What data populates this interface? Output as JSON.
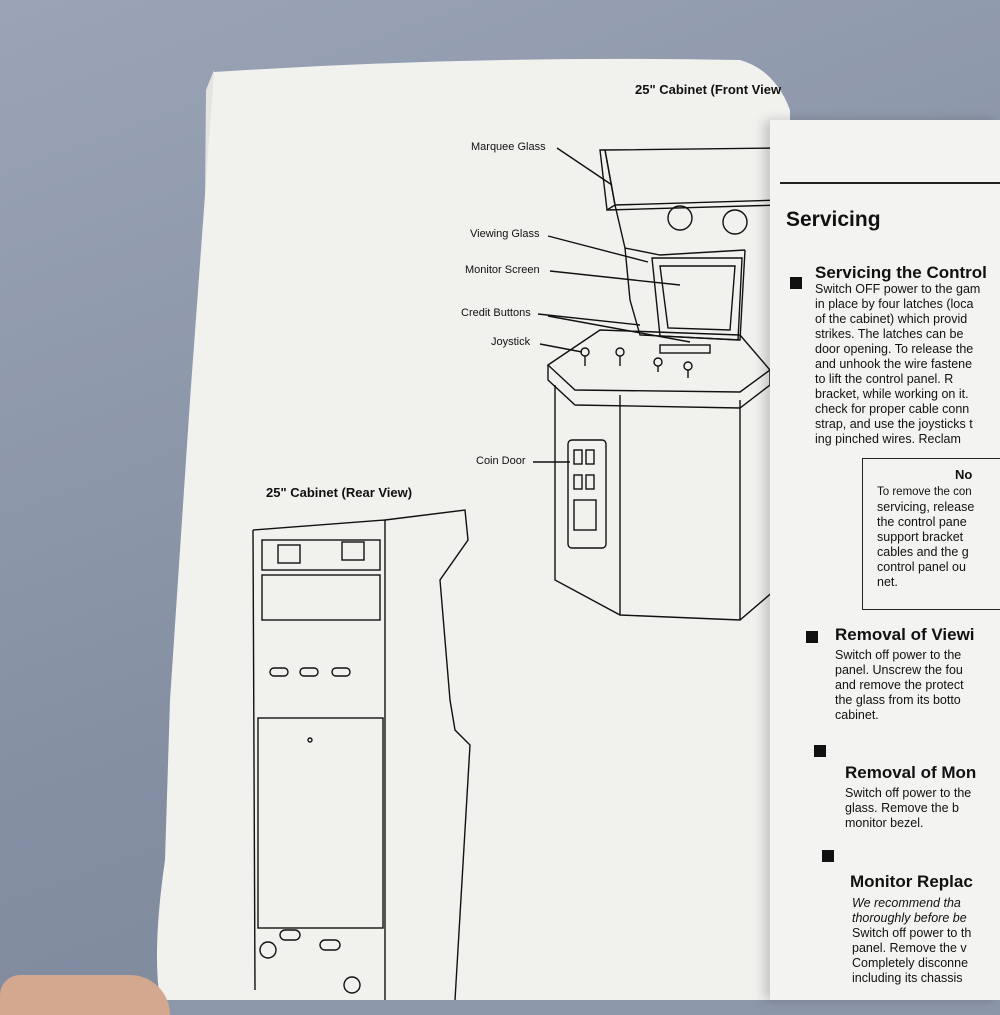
{
  "left_page": {
    "front_title": "25\" Cabinet (Front View",
    "rear_title": "25\" Cabinet (Rear View)",
    "labels": {
      "marquee_glass": "Marquee Glass",
      "viewing_glass": "Viewing Glass",
      "monitor_screen": "Monitor Screen",
      "credit_buttons": "Credit Buttons",
      "joystick": "Joystick",
      "coin_door": "Coin Door"
    }
  },
  "right_page": {
    "heading": "Servicing",
    "section1": {
      "title": "Servicing the Control",
      "lines": [
        "Switch OFF power to the gam",
        "in place by four latches (loca",
        "of the cabinet) which provid",
        "strikes. The latches can be",
        "door opening. To release the",
        "and unhook the wire fastene",
        "to lift the control panel. R",
        "bracket, while working on it.",
        "check for proper cable conn",
        "strap, and use the joysticks t",
        "ing pinched wires. Reclam"
      ]
    },
    "note": {
      "title": "No",
      "lines": [
        "To remove the con",
        "servicing, release",
        "the control pane",
        "support bracket",
        "cables and the g",
        "control panel ou",
        "net."
      ]
    },
    "section2": {
      "title": "Removal of Viewi",
      "lines": [
        "Switch off power to the",
        "panel. Unscrew the fou",
        "and remove the protect",
        "the glass from its botto",
        "cabinet."
      ]
    },
    "section3": {
      "title": "Removal of Mon",
      "lines": [
        "Switch off power to the",
        "glass. Remove the b",
        "monitor bezel."
      ]
    },
    "section4": {
      "title": "Monitor Replac",
      "italic_lines": [
        "We recommend tha",
        "thoroughly before be"
      ],
      "lines": [
        "Switch off power to th",
        "panel. Remove the v",
        "Completely disconne",
        "including its chassis"
      ]
    }
  }
}
